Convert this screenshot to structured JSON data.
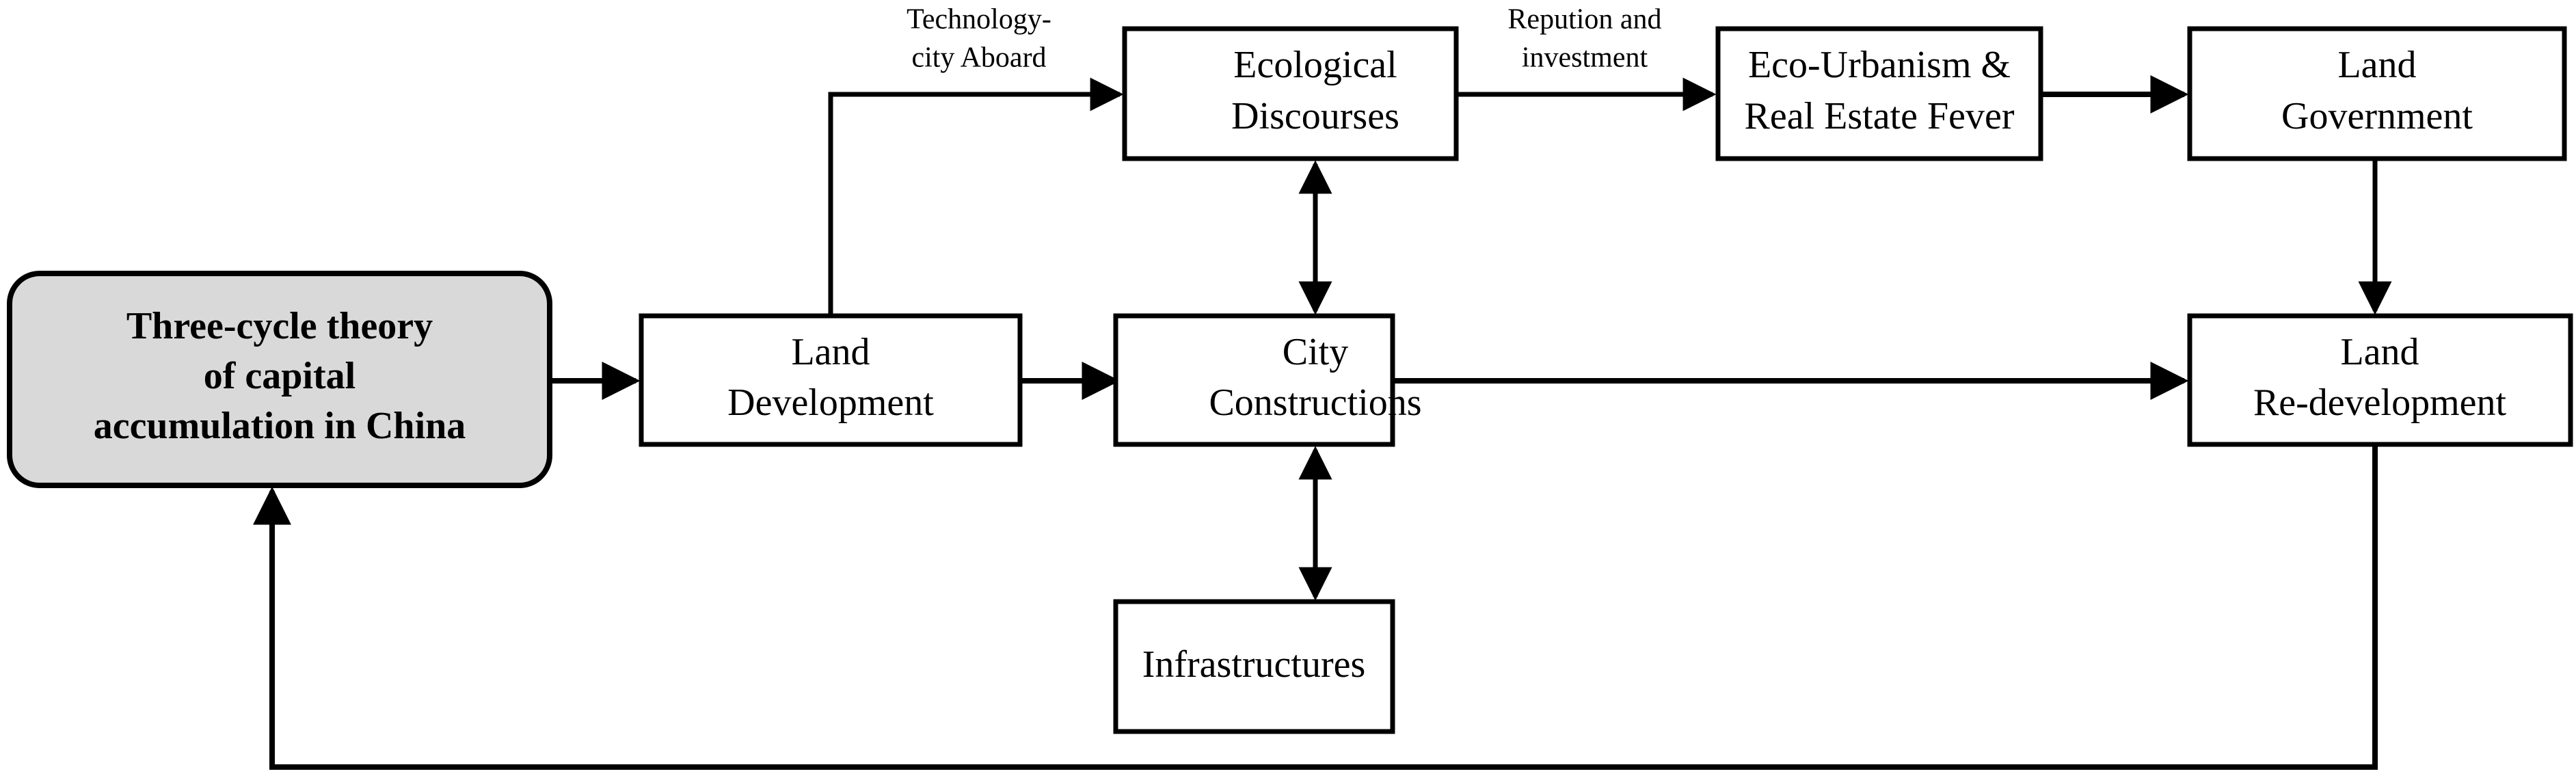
{
  "diagram": {
    "title": "Three-cycle theory of capital accumulation in China",
    "colors": {
      "root_fill": "#d9d9d9",
      "node_fill": "#ffffff",
      "stroke": "#000000",
      "background": "#ffffff"
    },
    "nodes": [
      {
        "id": "root",
        "shape": "rounded-rect",
        "lines": [
          "Three-cycle theory",
          "of capital",
          "accumulation in China"
        ],
        "bold": true,
        "fill": "#d9d9d9"
      },
      {
        "id": "land-development",
        "shape": "rect",
        "lines": [
          "Land",
          "Development"
        ],
        "bold": false,
        "fill": "#ffffff"
      },
      {
        "id": "city-constructions",
        "shape": "rect",
        "lines": [
          "City",
          "Constructions"
        ],
        "bold": false,
        "fill": "#ffffff"
      },
      {
        "id": "ecological-discourses",
        "shape": "rect",
        "lines": [
          "Ecological",
          "Discourses"
        ],
        "bold": false,
        "fill": "#ffffff"
      },
      {
        "id": "eco-urbanism",
        "shape": "rect",
        "lines": [
          "Eco-Urbanism &",
          "Real Estate Fever"
        ],
        "bold": false,
        "fill": "#ffffff"
      },
      {
        "id": "land-government",
        "shape": "rect",
        "lines": [
          "Land",
          "Government"
        ],
        "bold": false,
        "fill": "#ffffff"
      },
      {
        "id": "land-redevelopment",
        "shape": "rect",
        "lines": [
          "Land",
          "Re-development"
        ],
        "bold": false,
        "fill": "#ffffff"
      },
      {
        "id": "infrastructures",
        "shape": "rect",
        "lines": [
          "Infrastructures"
        ],
        "bold": false,
        "fill": "#ffffff"
      }
    ],
    "edge_labels": [
      {
        "id": "technology-city-aboard",
        "lines": [
          "Technology-",
          "city Aboard"
        ]
      },
      {
        "id": "repution-and-investment",
        "lines": [
          "Repution and",
          "investment"
        ]
      }
    ],
    "edges": [
      {
        "from": "root",
        "to": "land-development",
        "arrow": "single"
      },
      {
        "from": "land-development",
        "to": "city-constructions",
        "arrow": "single"
      },
      {
        "from": "land-development",
        "to": "ecological-discourses",
        "arrow": "single",
        "label": "technology-city-aboard"
      },
      {
        "from": "ecological-discourses",
        "to": "eco-urbanism",
        "arrow": "single",
        "label": "repution-and-investment"
      },
      {
        "from": "eco-urbanism",
        "to": "land-government",
        "arrow": "single"
      },
      {
        "from": "land-government",
        "to": "land-redevelopment",
        "arrow": "single"
      },
      {
        "from": "city-constructions",
        "to": "land-redevelopment",
        "arrow": "single"
      },
      {
        "from": "ecological-discourses",
        "to": "city-constructions",
        "arrow": "double"
      },
      {
        "from": "city-constructions",
        "to": "infrastructures",
        "arrow": "double"
      },
      {
        "from": "land-redevelopment",
        "to": "root",
        "arrow": "single"
      }
    ]
  }
}
